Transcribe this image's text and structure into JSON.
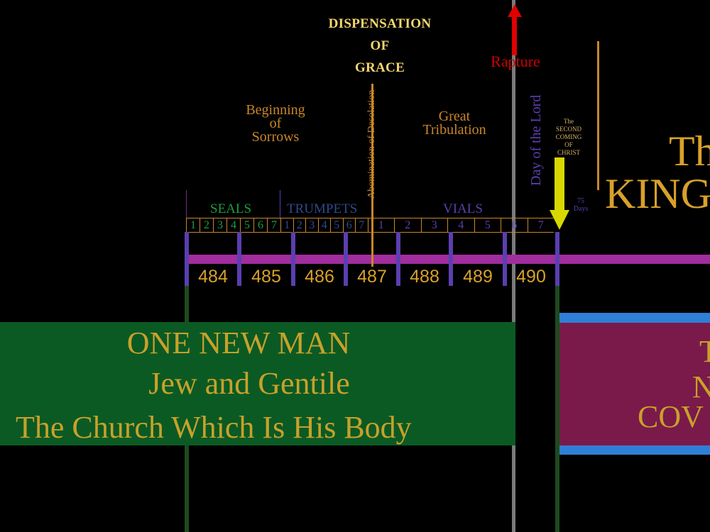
{
  "header": {
    "dispensation_line1": "DISPENSATION",
    "dispensation_line2": "OF",
    "dispensation_line3": "GRACE",
    "rapture": "Rapture"
  },
  "periods": {
    "sorrows_line1": "Beginning",
    "sorrows_line2": "of",
    "sorrows_line3": "Sorrows",
    "tribulation_line1": "Great",
    "tribulation_line2": "Tribulation",
    "abomination": "Abomination of Desolation",
    "day_of_the_lord": "Day of the Lord",
    "second_coming_line1": "The",
    "second_coming_line2": "SECOND",
    "second_coming_line3": "COMING OF",
    "second_coming_line4": "CHRIST",
    "days_line1": "75",
    "days_line2": "Days",
    "kingdom_line1": "Th",
    "kingdom_line2": "KING"
  },
  "judgments": {
    "seals_label": "SEALS",
    "trumpets_label": "TRUMPETS",
    "vials_label": "VIALS",
    "seals": [
      "1",
      "2",
      "3",
      "4",
      "5",
      "6",
      "7"
    ],
    "trumpets": [
      "1",
      "2",
      "3",
      "4",
      "5",
      "6",
      "7"
    ],
    "vials": [
      "1",
      "2",
      "3",
      "4",
      "5",
      "6",
      "7"
    ]
  },
  "weeks": [
    "484",
    "485",
    "486",
    "487",
    "488",
    "489",
    "490"
  ],
  "church": {
    "line1": "ONE NEW MAN",
    "line2": "Jew and Gentile",
    "line3": "The Church Which Is His Body"
  },
  "covenant": {
    "line1": "T",
    "line2": "N",
    "line3": "COV"
  },
  "colors": {
    "seals": "#1f9d3f",
    "trumpets": "#2e4a8a",
    "vials": "#5a3fb0",
    "gold": "#d8a12a",
    "rapture": "#e00000"
  }
}
